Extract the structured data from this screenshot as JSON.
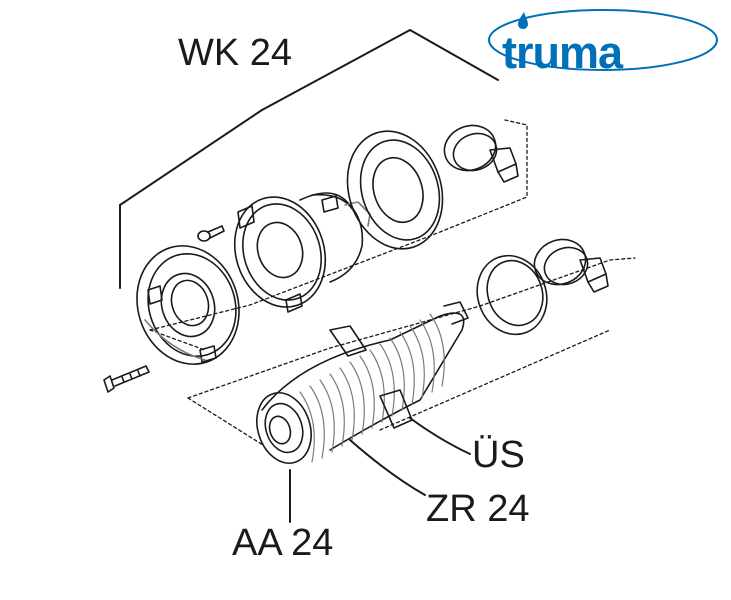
{
  "logo": {
    "text": "truma",
    "color": "#0070b8"
  },
  "labels": {
    "wk": "WK 24",
    "us": "ÜS",
    "zr": "ZR 24",
    "aa": "AA 24"
  },
  "colors": {
    "line": "#1a1a1a",
    "shading": "#7a7a7a",
    "background": "#ffffff"
  },
  "parts": [
    {
      "name": "screw-long",
      "interactable": false
    },
    {
      "name": "outer-cover-plate",
      "interactable": false
    },
    {
      "name": "small-screw",
      "interactable": false
    },
    {
      "name": "flange-adapter",
      "interactable": false
    },
    {
      "name": "sealing-ring",
      "interactable": false
    },
    {
      "name": "hose-clamp-upper",
      "interactable": false
    },
    {
      "name": "corrugated-pipe",
      "interactable": false
    },
    {
      "name": "pipe-clamp-ring",
      "interactable": false
    },
    {
      "name": "hose-clamp-lower",
      "interactable": false
    }
  ]
}
